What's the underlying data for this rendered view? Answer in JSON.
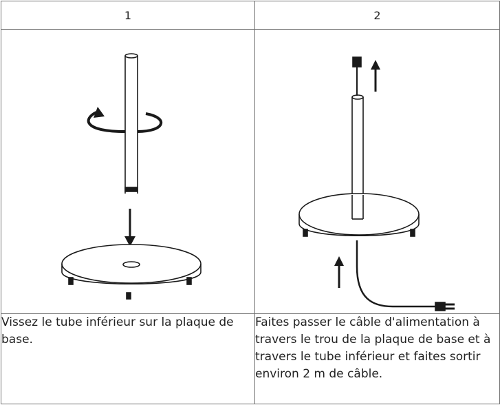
{
  "steps": [
    {
      "number": "1",
      "text": "Vissez le tube inférieur sur la plaque de base."
    },
    {
      "number": "2",
      "text": "Faites passer le câble d'alimentation à travers le trou de la plaque de base et à travers le tube inférieur et faites sortir environ 2 m de câble."
    }
  ]
}
